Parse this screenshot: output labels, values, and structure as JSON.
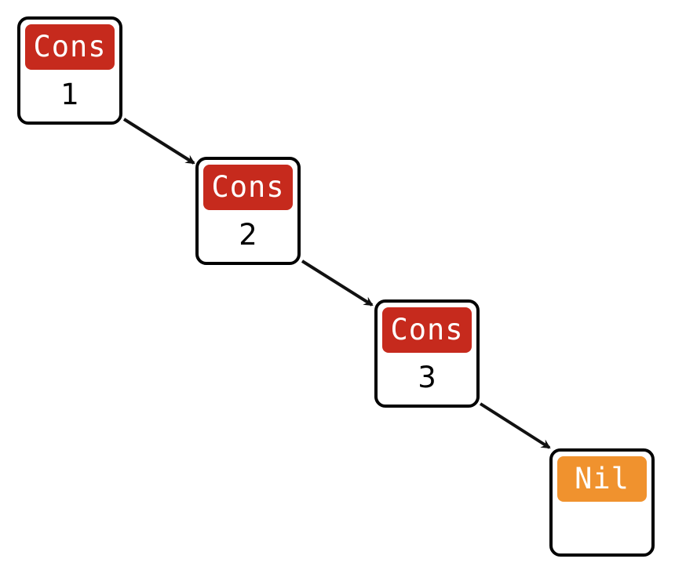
{
  "nodes": [
    {
      "tag": "Cons",
      "value": "1",
      "tag_color": "#c62a1d"
    },
    {
      "tag": "Cons",
      "value": "2",
      "tag_color": "#c62a1d"
    },
    {
      "tag": "Cons",
      "value": "3",
      "tag_color": "#c62a1d"
    },
    {
      "tag": "Nil",
      "value": "",
      "tag_color": "#f0922e"
    }
  ],
  "edges": [
    {
      "from": 0,
      "to": 1
    },
    {
      "from": 1,
      "to": 2
    },
    {
      "from": 2,
      "to": 3
    }
  ],
  "colors": {
    "border": "#000000",
    "background": "#ffffff"
  }
}
